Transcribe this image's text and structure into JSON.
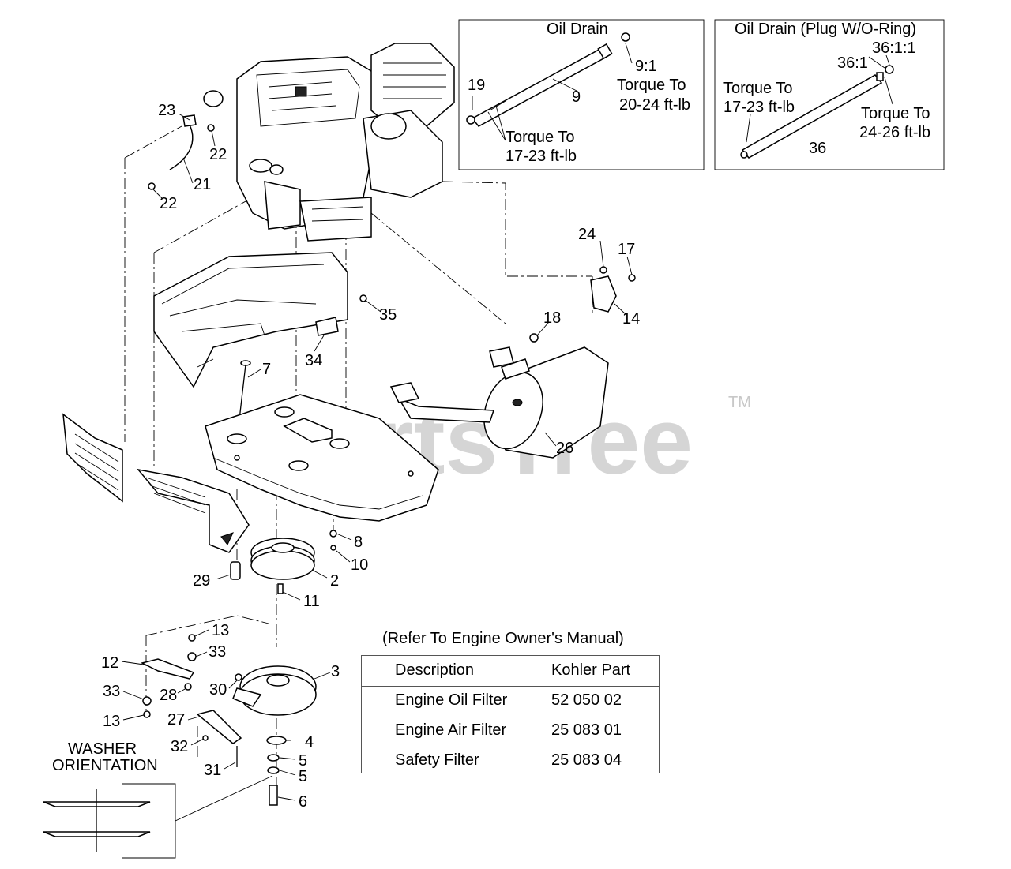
{
  "watermark": "PartsTree",
  "trademark": "TM",
  "oil_drain_box": {
    "title": "Oil Drain",
    "torque_hose": "Torque To",
    "torque_hose_value": "20-24 ft-lb",
    "torque_fitting": "Torque To",
    "torque_fitting_value": "17-23 ft-lb",
    "callouts": [
      "9:1",
      "9",
      "19"
    ]
  },
  "oil_drain_plug_box": {
    "title": "Oil Drain (Plug W/O-Ring)",
    "torque_left": "Torque To",
    "torque_left_value": "17-23 ft-lb",
    "torque_right": "Torque To",
    "torque_right_value": "24-26 ft-lb",
    "callouts": [
      "36:1:1",
      "36:1",
      "36"
    ]
  },
  "callouts": {
    "c23": "23",
    "c22a": "22",
    "c21": "21",
    "c22b": "22",
    "c35": "35",
    "c34": "34",
    "c7": "7",
    "c24": "24",
    "c17": "17",
    "c14": "14",
    "c18": "18",
    "c26": "26",
    "c8": "8",
    "c10": "10",
    "c2": "2",
    "c29": "29",
    "c11": "11",
    "c13a": "13",
    "c33a": "33",
    "c12": "12",
    "c3": "3",
    "c30": "30",
    "c33b": "33",
    "c28": "28",
    "c13b": "13",
    "c27": "27",
    "c4": "4",
    "c32": "32",
    "c5a": "5",
    "c5b": "5",
    "c31": "31",
    "c6": "6"
  },
  "washer_orientation": {
    "line1": "WASHER",
    "line2": "ORIENTATION"
  },
  "kohler_table": {
    "caption": "(Refer To Engine Owner's Manual)",
    "headers": [
      "Description",
      "Kohler Part"
    ],
    "rows": [
      {
        "description": "Engine Oil Filter",
        "part": "52 050 02"
      },
      {
        "description": "Engine Air Filter",
        "part": "25 083 01"
      },
      {
        "description": "Safety Filter",
        "part": "25 083 04"
      }
    ]
  }
}
